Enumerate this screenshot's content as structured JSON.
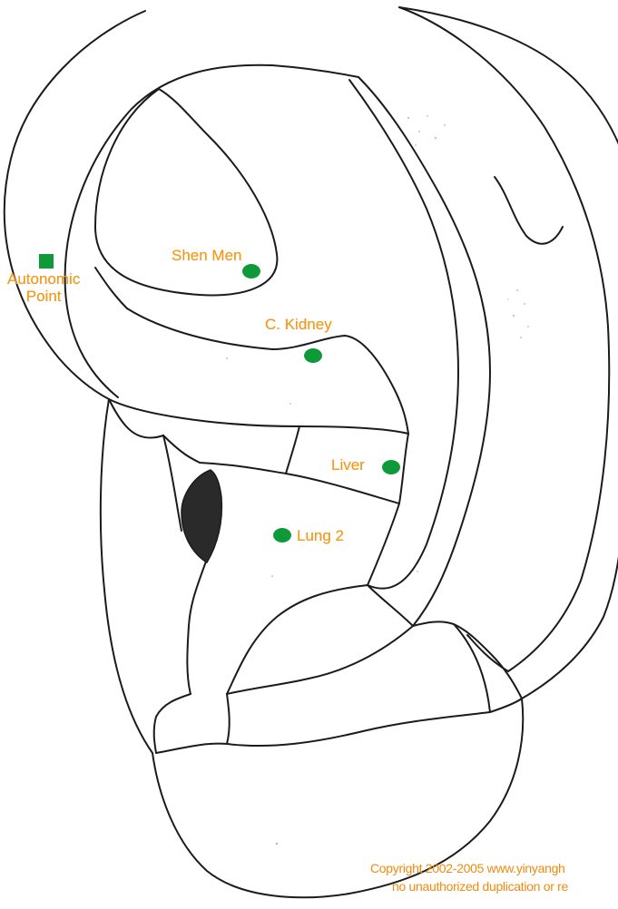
{
  "points": [
    {
      "id": "autonomic",
      "label_line1": "Autonomic",
      "label_line2": "Point",
      "marker": "square"
    },
    {
      "id": "shen-men",
      "label": "Shen Men",
      "marker": "circle"
    },
    {
      "id": "c-kidney",
      "label": "C. Kidney",
      "marker": "circle"
    },
    {
      "id": "liver",
      "label": "Liver",
      "marker": "circle"
    },
    {
      "id": "lung-2",
      "label": "Lung 2",
      "marker": "circle"
    }
  ],
  "copyright": {
    "line1": "Copyright 2002-2005 www.yinyangh",
    "line2": "no unauthorized duplication or re"
  },
  "colors": {
    "marker": "#0f9a3a",
    "label": "#f29a1e",
    "line": "#1b1b1b",
    "shaded": "#2a2a2a"
  }
}
